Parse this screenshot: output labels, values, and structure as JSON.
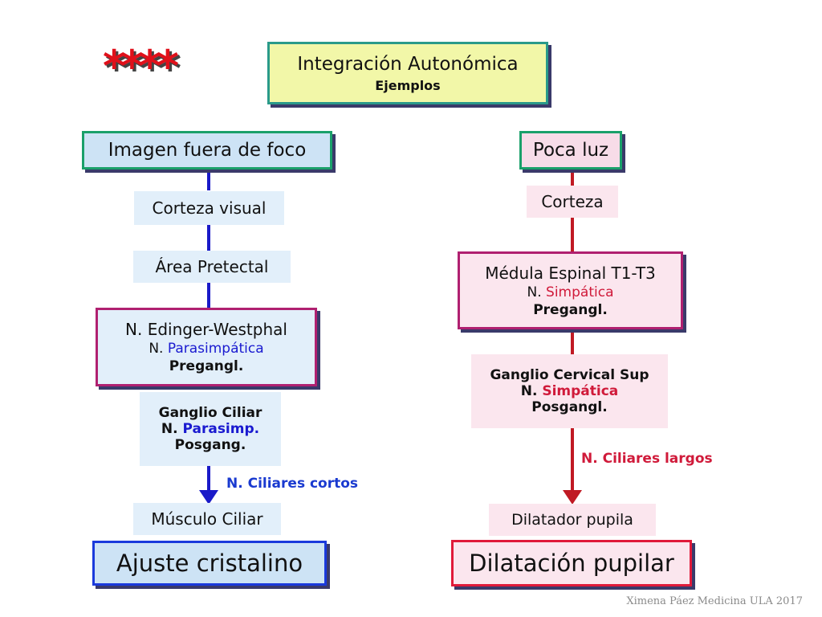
{
  "stars": "****",
  "title": {
    "main": "Integración Autonómica",
    "sub": "Ejemplos"
  },
  "left": {
    "header": "Imagen fuera de foco",
    "steps": [
      "Corteza visual",
      "Área Pretectal"
    ],
    "nucleus": {
      "line1": "N. Edinger-Westphal",
      "prefix": "N. ",
      "type": "Parasimpática",
      "line3": "Pregangl."
    },
    "ganglion": {
      "line1": "Ganglio Ciliar",
      "prefix": "N. ",
      "type": "Parasimp.",
      "line3": "Posgang."
    },
    "nerve": "N. Ciliares cortos",
    "muscle": "Músculo Ciliar",
    "result": "Ajuste cristalino"
  },
  "right": {
    "header": "Poca luz",
    "steps": [
      "Corteza"
    ],
    "cord": {
      "line1": "Médula Espinal T1-T3",
      "prefix": "N. ",
      "type": "Simpática",
      "line3": "Pregangl."
    },
    "ganglion": {
      "line1": "Ganglio Cervical Sup",
      "prefix": "N. ",
      "type": "Simpática",
      "line3": "Posgangl."
    },
    "nerve": "N. Ciliares largos",
    "muscle": "Dilatador pupila",
    "result": "Dilatación pupilar"
  },
  "credit": "Ximena Páez Medicina ULA 2017",
  "colors": {
    "parasympathetic": "#1a1ad0",
    "sympathetic": "#d01a3a"
  }
}
